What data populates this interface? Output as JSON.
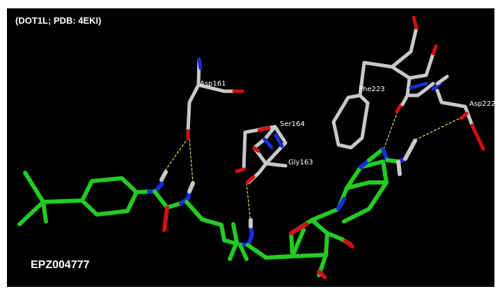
{
  "title": "(DOT1L; PDB: 4EKI)",
  "compound_label": "EPZ004777",
  "residues": [
    "Asp161",
    "Ser164",
    "Gly163",
    "Phe223",
    "Asp222"
  ],
  "colors": {
    "background": "#000000",
    "ligand_carbon": "#22cc22",
    "protein_carbon": "#c8c8c8",
    "nitrogen": "#1a2cd8",
    "oxygen": "#d41010",
    "hbond": "#e6e64a"
  }
}
